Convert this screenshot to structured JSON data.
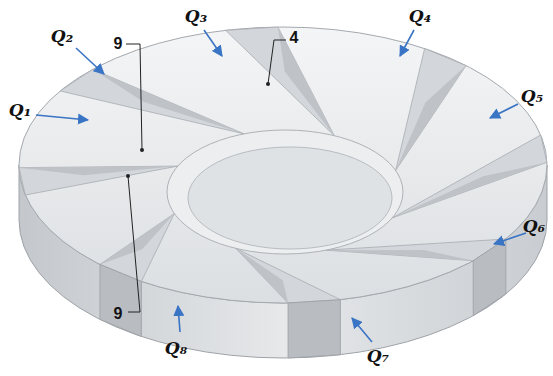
{
  "diagram": {
    "labels": [
      "Q₃",
      "Q₄",
      "4",
      "9",
      "Q₂",
      "Q₅",
      "Q₁",
      "9",
      "Q₆",
      "Q₈",
      "Q₇"
    ]
  }
}
